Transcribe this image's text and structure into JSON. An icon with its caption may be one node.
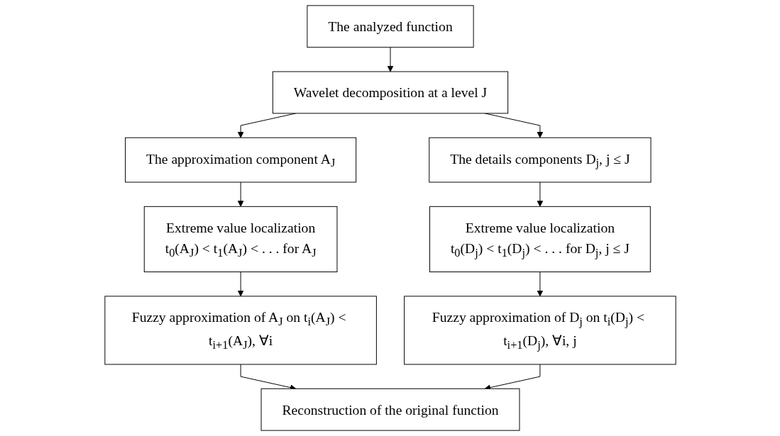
{
  "diagram": {
    "nodes": [
      {
        "text": [
          "The analyzed function"
        ]
      },
      {
        "text": [
          "Wavelet decomposition at a level J"
        ]
      },
      {
        "text": [
          "The approximation component A$_{J}$"
        ]
      },
      {
        "text": [
          "The details components D$_{j}$, j ≤ J"
        ]
      },
      {
        "text": [
          "Extreme value localization",
          "t$_{0}$(A$_{J}$) < t$_{1}$(A$_{J}$) < . . . for A$_{J}$"
        ]
      },
      {
        "text": [
          "Extreme value localization",
          "t$_{0}$(D$_{j}$) < t$_{1}$(D$_{j}$) < . . . for D$_{j}$, j ≤ J"
        ]
      },
      {
        "text": [
          "Fuzzy approximation of A$_{J}$ on t$_{i}$(A$_{J}$) < t$_{i+1}$(A$_{J}$), ∀i"
        ]
      },
      {
        "text": [
          "Fuzzy approximation of D$_{j}$ on t$_{i}$(D$_{j}$) < t$_{i+1}$(D$_{j}$), ∀i, j"
        ]
      },
      {
        "text": [
          "Reconstruction of the original function"
        ]
      }
    ],
    "edges": [
      {
        "from": 0,
        "to": 1,
        "arrow": "to"
      },
      {
        "from": 1,
        "to": 2,
        "arrow": "to"
      },
      {
        "from": 1,
        "to": 3,
        "arrow": "to"
      },
      {
        "from": 2,
        "to": 4,
        "arrow": "to"
      },
      {
        "from": 3,
        "to": 5,
        "arrow": "to"
      },
      {
        "from": 4,
        "to": 6,
        "arrow": "to"
      },
      {
        "from": 5,
        "to": 7,
        "arrow": "to"
      },
      {
        "from": 6,
        "to": 8,
        "arrow": "to"
      },
      {
        "from": 7,
        "to": 8,
        "arrow": "to"
      }
    ]
  }
}
